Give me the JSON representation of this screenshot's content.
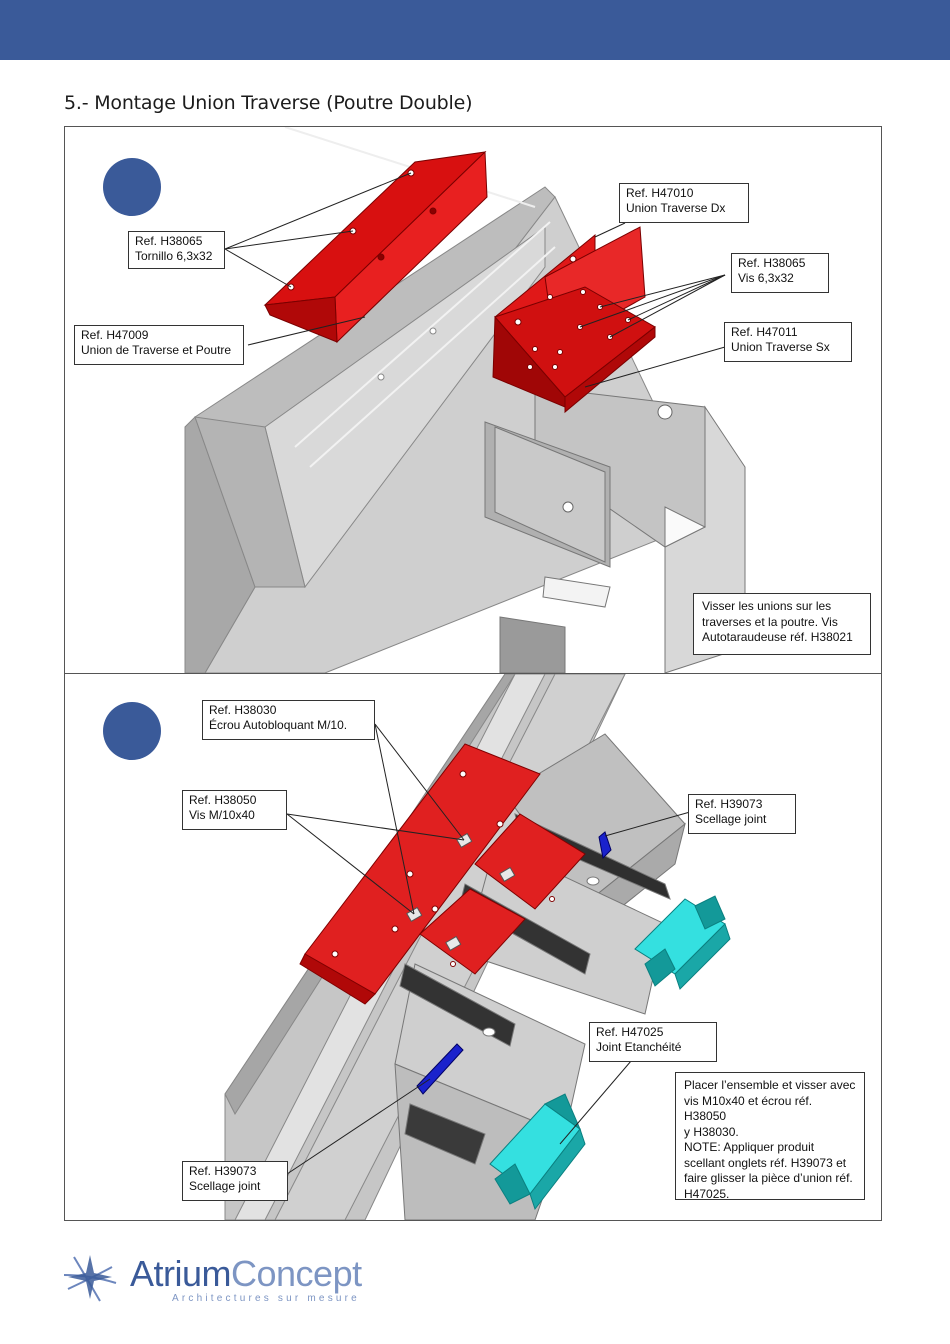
{
  "header": {
    "section_title": "5.- Montage Union Traverse (Poutre Double)"
  },
  "step1": {
    "callouts": {
      "h38065_es": {
        "ref": "Ref. H38065",
        "desc": "Tornillo 6,3x32"
      },
      "h47009": {
        "ref": "Ref. H47009",
        "desc": "Union de Traverse et Poutre"
      },
      "h47010": {
        "ref": "Ref. H47010",
        "desc": "Union Traverse Dx"
      },
      "h38065_fr": {
        "ref": "Ref. H38065",
        "desc": "Vis 6,3x32"
      },
      "h47011": {
        "ref": "Ref. H47011",
        "desc": "Union Traverse Sx"
      }
    },
    "note": {
      "lines": [
        "Visser les unions sur les",
        "traverses et la poutre. Vis",
        "Autotaraudeuse réf. H38021"
      ]
    }
  },
  "step2": {
    "callouts": {
      "h38030": {
        "ref": "Ref. H38030",
        "desc": "Écrou Autobloquant    M/10."
      },
      "h38050": {
        "ref": "Ref. H38050",
        "desc": "Vis M/10x40"
      },
      "h39073_right": {
        "ref": "Ref. H39073",
        "desc": "Scellage joint"
      },
      "h47025": {
        "ref": "Ref. H47025",
        "desc": "Joint Etanchéité"
      },
      "h39073_left": {
        "ref": "Ref. H39073",
        "desc": "Scellage joint"
      }
    },
    "note": {
      "lines": [
        "Placer l’ensemble et visser avec",
        "vis M10x40 et écrou réf. H38050",
        "y H38030.",
        "NOTE: Appliquer produit",
        "scellant onglets réf. H39073 et",
        "faire glisser la pièce d’union réf.",
        "H47025."
      ]
    }
  },
  "footer": {
    "logo_word_1": "Atrium",
    "logo_word_2": "Concept",
    "logo_tagline": "Architectures sur mesure"
  },
  "colors": {
    "brand_blue": "#3a5a99",
    "part_red": "#e01010",
    "seal_cyan": "#33dddd",
    "joint_blue": "#1a22cc",
    "profile_grey": "#c8c8c8"
  }
}
